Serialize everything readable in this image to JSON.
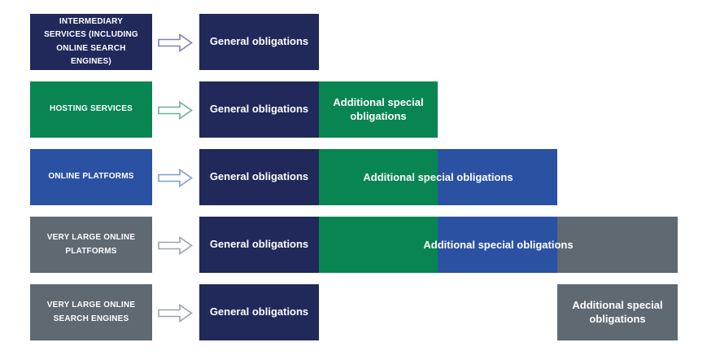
{
  "labels": {
    "general_obligations": "General obligations",
    "additional_special_obligations": "Additional special obligations"
  },
  "colors": {
    "navy": "#20295A",
    "green": "#088551",
    "blue": "#2B51A3",
    "gray": "#5F6972",
    "text_white": "#FFFFFF",
    "arrow_outline_navy": "#7B82AB",
    "arrow_outline_green": "#6CB292",
    "arrow_outline_blue": "#7F9BD1",
    "arrow_outline_gray": "#9CA3AA",
    "arrow_fill": "#FFFFFF",
    "background": "#FFFFFF"
  },
  "rows": [
    {
      "category": "INTERMEDIARY SERVICES (INCLUDING ONLINE SEARCH ENGINES)",
      "category_color": "#20295A",
      "obligations": [
        "General obligations"
      ]
    },
    {
      "category": "HOSTING SERVICES",
      "category_color": "#088551",
      "obligations": [
        "General obligations",
        "Additional special obligations"
      ]
    },
    {
      "category": "ONLINE PLATFORMS",
      "category_color": "#2B51A3",
      "obligations": [
        "General obligations",
        "Additional special obligations"
      ]
    },
    {
      "category": "VERY LARGE ONLINE PLATFORMS",
      "category_color": "#5F6972",
      "obligations": [
        "General obligations",
        "Additional special obligations"
      ]
    },
    {
      "category": "VERY LARGE ONLINE SEARCH ENGINES",
      "category_color": "#5F6972",
      "obligations": [
        "General obligations",
        "Additional special obligations"
      ]
    }
  ]
}
